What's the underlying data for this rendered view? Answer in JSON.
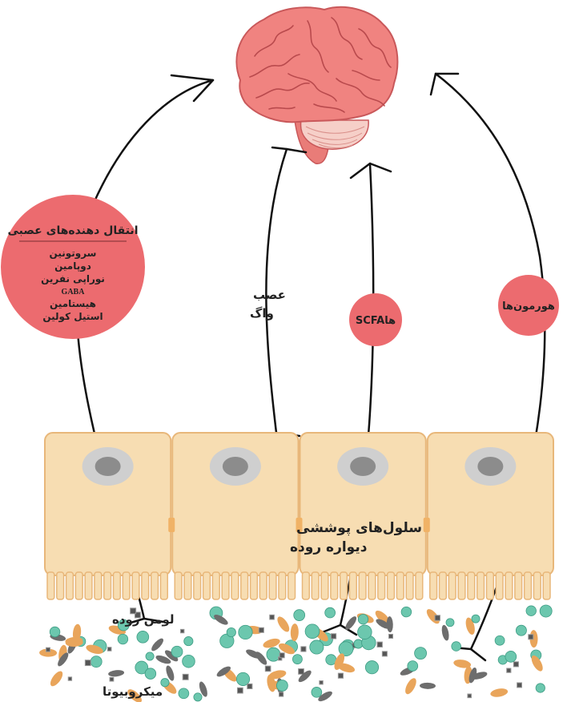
{
  "brain": {
    "name": "brain"
  },
  "neurotransmitters": {
    "title": "انتقال دهنده‌های عصبی",
    "items": [
      "سروتونین",
      "دوپامین",
      "نوراپی نفرین",
      "GABA",
      "هیستامین",
      "استیل کولین"
    ]
  },
  "vagus": {
    "line1": "عصب",
    "line2": "واگ"
  },
  "scfa": {
    "label": "SCFAها"
  },
  "hormones": {
    "label": "هورمون‌ها"
  },
  "epithelium": {
    "line1": "سلول‌های پوششی",
    "line2": "دیواره روده",
    "cell_count": 4
  },
  "lumen": {
    "label": "لومن روده"
  },
  "microbiota": {
    "label": "میکروبیوتا"
  },
  "colors": {
    "circle": "#ec6b6f",
    "brain": "#f07f7d",
    "cell_fill": "#f7ddb2",
    "cell_stroke": "#e8b77a",
    "nucleus_outer": "#cfcfcf",
    "nucleus_inner": "#8c8c8c",
    "microbe_teal": "#6cc7ae",
    "microbe_orange": "#e9a55b",
    "microbe_gray": "#6d6d6d"
  }
}
